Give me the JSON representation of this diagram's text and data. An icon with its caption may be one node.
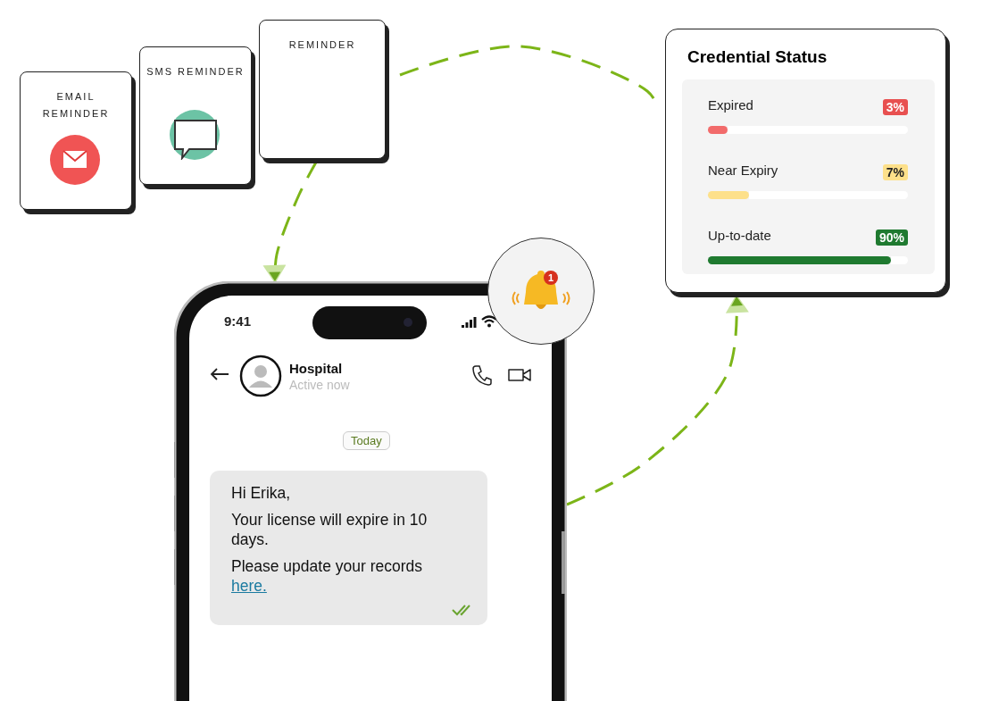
{
  "diagram": {
    "nodes": [
      {
        "text": [
          "EMAIL REMINDER"
        ]
      },
      {
        "text": [
          "SMS REMINDER"
        ]
      },
      {
        "text": [
          "REMINDER"
        ]
      },
      {
        "text": [
          "Credential Status"
        ]
      },
      {
        "text": [],
        "shape": "phone"
      },
      {
        "text": [
          "Hi Erika,",
          "Your license will expire in 10 days.",
          "Please update your records",
          "here."
        ],
        "in": 4
      },
      {
        "text": [
          "1"
        ]
      }
    ],
    "edges": [
      {
        "from": 2,
        "to": 4,
        "arrow": "to",
        "style": "dashed"
      },
      {
        "from": 4,
        "to": 3,
        "arrow": "to",
        "style": "dashed"
      },
      {
        "from": 2,
        "to": 3,
        "arrow": "none",
        "style": "dashed"
      }
    ],
    "labels": [
      "Expired",
      "3%",
      "Near Expiry",
      "7%",
      "Up-to-date",
      "90%",
      "9:41",
      "Hospital",
      "Active now",
      "Today"
    ]
  }
}
